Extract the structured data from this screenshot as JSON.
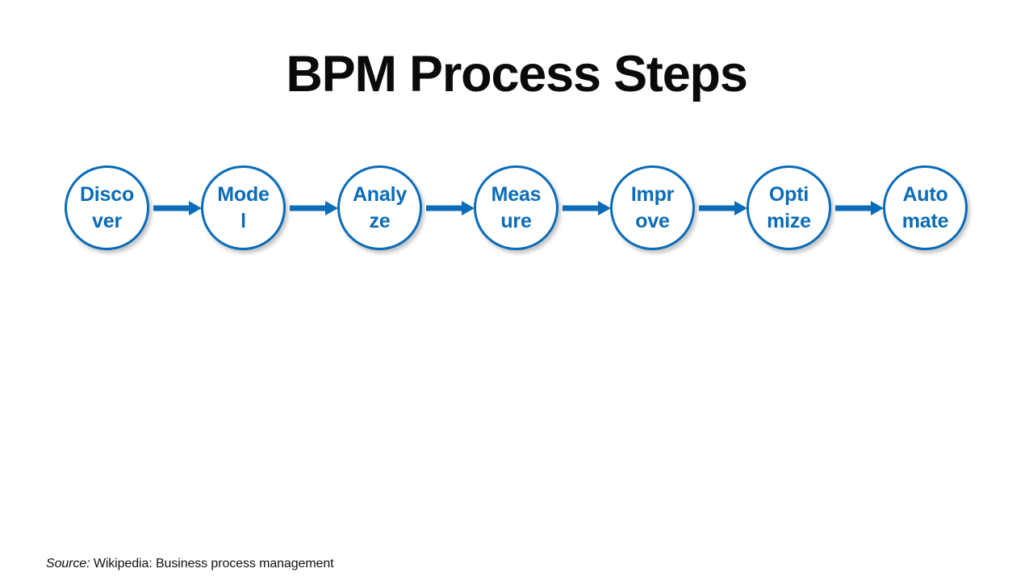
{
  "slide": {
    "title": "BPM Process Steps",
    "background_color": "#FFFFFF",
    "accent_color": "#0A6CB8",
    "title_color": "#0A0A0A"
  },
  "diagram": {
    "type": "linear-process-flow",
    "shape": "circle",
    "connector": "arrow-right",
    "steps": [
      {
        "index": 1,
        "label": "Discover"
      },
      {
        "index": 2,
        "label": "Model"
      },
      {
        "index": 3,
        "label": "Analyze"
      },
      {
        "index": 4,
        "label": "Measure"
      },
      {
        "index": 5,
        "label": "Improve"
      },
      {
        "index": 6,
        "label": "Optimize"
      },
      {
        "index": 7,
        "label": "Automate"
      }
    ]
  },
  "footer": {
    "source_label": "Source:",
    "source_value": "Wikipedia: Business process management"
  }
}
